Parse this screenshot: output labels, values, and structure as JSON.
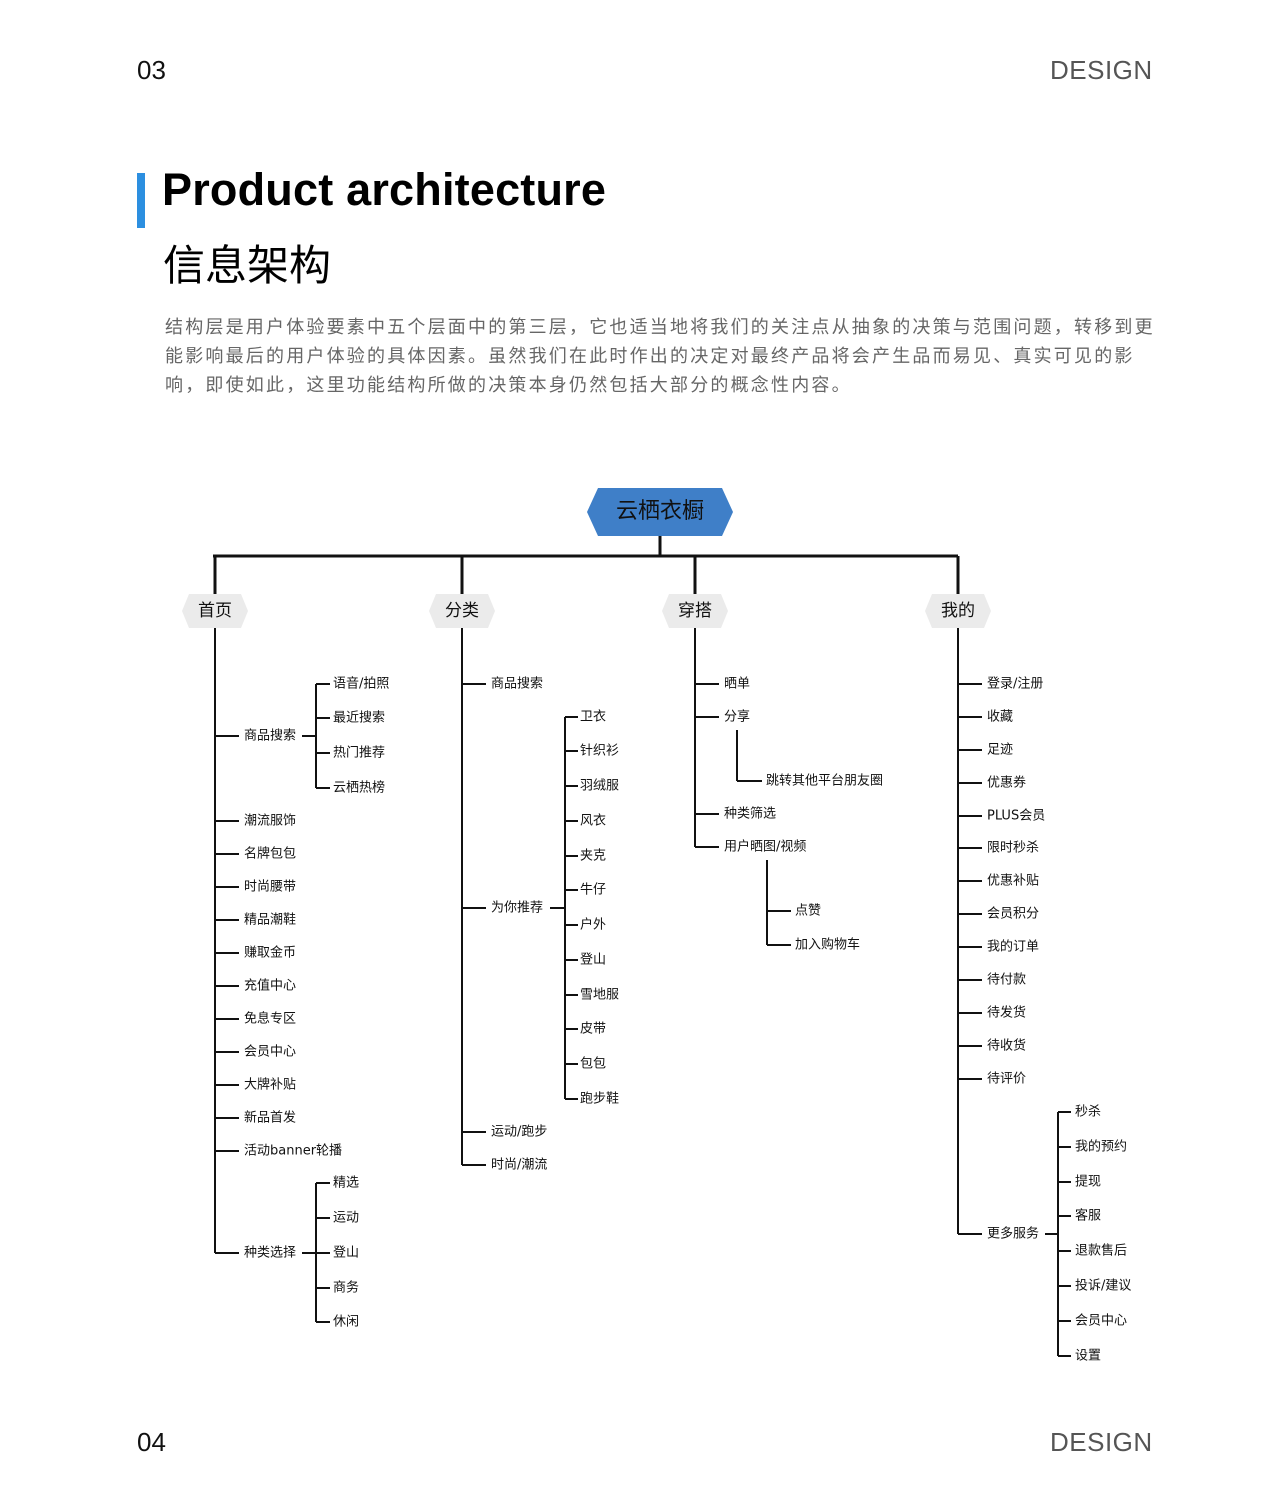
{
  "header": {
    "page_number": "03",
    "brand": "DESIGN"
  },
  "footer": {
    "page_number": "04",
    "brand": "DESIGN"
  },
  "section": {
    "title_en": "Product architecture",
    "title_cn": "信息架构",
    "intro": "结构层是用户体验要素中五个层面中的第三层，它也适当地将我们的关注点从抽象的决策与范围问题，转移到更能影响最后的用户体验的具体因素。虽然我们在此时作出的决定对最终产品将会产生品而易见、真实可见的影响，即使如此，这里功能结构所做的决策本身仍然包括大部分的概念性内容。"
  },
  "colors": {
    "accent": "#2c8fe0",
    "root_fill": "#3f7fc8",
    "tab_fill": "#ebebeb",
    "line": "#111111"
  },
  "tree": {
    "root": "云栖衣橱",
    "tabs": [
      {
        "label": "首页",
        "children": [
          {
            "label": "商品搜索",
            "children": [
              "语音/拍照",
              "最近搜索",
              "热门推荐",
              "云栖热榜"
            ]
          },
          {
            "label": "潮流服饰"
          },
          {
            "label": "名牌包包"
          },
          {
            "label": "时尚腰带"
          },
          {
            "label": "精品潮鞋"
          },
          {
            "label": "赚取金币"
          },
          {
            "label": "充值中心"
          },
          {
            "label": "免息专区"
          },
          {
            "label": "会员中心"
          },
          {
            "label": "大牌补贴"
          },
          {
            "label": "新品首发"
          },
          {
            "label": "活动banner轮播"
          },
          {
            "label": "种类选择",
            "children": [
              "精选",
              "运动",
              "登山",
              "商务",
              "休闲"
            ]
          }
        ]
      },
      {
        "label": "分类",
        "children": [
          {
            "label": "商品搜索"
          },
          {
            "label": "为你推荐",
            "children": [
              "卫衣",
              "针织衫",
              "羽绒服",
              "风衣",
              "夹克",
              "牛仔",
              "户外",
              "登山",
              "雪地服",
              "皮带",
              "包包",
              "跑步鞋"
            ]
          },
          {
            "label": "运动/跑步"
          },
          {
            "label": "时尚/潮流"
          }
        ]
      },
      {
        "label": "穿搭",
        "children": [
          {
            "label": "晒单"
          },
          {
            "label": "分享",
            "children": [
              "跳转其他平台朋友圈"
            ]
          },
          {
            "label": "种类筛选"
          },
          {
            "label": "用户晒图/视频",
            "children": [
              "点赞",
              "加入购物车"
            ]
          }
        ]
      },
      {
        "label": "我的",
        "children": [
          {
            "label": "登录/注册"
          },
          {
            "label": "收藏"
          },
          {
            "label": "足迹"
          },
          {
            "label": "优惠券"
          },
          {
            "label": "PLUS会员"
          },
          {
            "label": "限时秒杀"
          },
          {
            "label": "优惠补贴"
          },
          {
            "label": "会员积分"
          },
          {
            "label": "我的订单"
          },
          {
            "label": "待付款"
          },
          {
            "label": "待发货"
          },
          {
            "label": "待收货"
          },
          {
            "label": "待评价"
          },
          {
            "label": "更多服务",
            "children": [
              "秒杀",
              "我的预约",
              "提现",
              "客服",
              "退款售后",
              "投诉/建议",
              "会员中心",
              "设置"
            ]
          }
        ]
      }
    ]
  }
}
